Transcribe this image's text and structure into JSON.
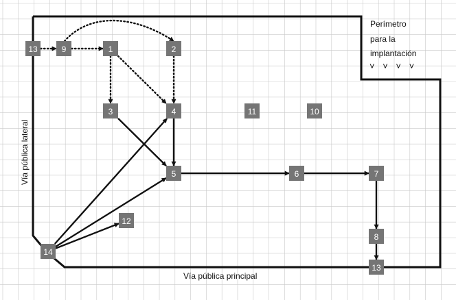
{
  "labels": {
    "perimeter": [
      "Perímetro",
      "para la",
      "implantación"
    ],
    "perimeter_arrows": "˅ ˅ ˅ ˅",
    "lateral_road": "Vía pública lateral",
    "main_road": "Vía pública principal"
  },
  "nodes": [
    {
      "id": "n13a",
      "text": "13"
    },
    {
      "id": "n9",
      "text": "9"
    },
    {
      "id": "n1",
      "text": "1"
    },
    {
      "id": "n2",
      "text": "2"
    },
    {
      "id": "n3",
      "text": "3"
    },
    {
      "id": "n4",
      "text": "4"
    },
    {
      "id": "n11",
      "text": "11"
    },
    {
      "id": "n10",
      "text": "10"
    },
    {
      "id": "n5",
      "text": "5"
    },
    {
      "id": "n6",
      "text": "6"
    },
    {
      "id": "n7",
      "text": "7"
    },
    {
      "id": "n12",
      "text": "12"
    },
    {
      "id": "n8",
      "text": "8"
    },
    {
      "id": "n14",
      "text": "14"
    },
    {
      "id": "n13b",
      "text": "13"
    }
  ],
  "edges": [
    {
      "from": "n13a",
      "to": "n9",
      "style": "dotted"
    },
    {
      "from": "n9",
      "to": "n1",
      "style": "dotted"
    },
    {
      "from": "n9",
      "to": "n2",
      "style": "dotted"
    },
    {
      "from": "n1",
      "to": "n3",
      "style": "dotted"
    },
    {
      "from": "n1",
      "to": "n4",
      "style": "dotted"
    },
    {
      "from": "n2",
      "to": "n4",
      "style": "dotted"
    },
    {
      "from": "n3",
      "to": "n5",
      "style": "solid"
    },
    {
      "from": "n4",
      "to": "n5",
      "style": "solid"
    },
    {
      "from": "n5",
      "to": "n6",
      "style": "solid"
    },
    {
      "from": "n6",
      "to": "n7",
      "style": "solid"
    },
    {
      "from": "n7",
      "to": "n8",
      "style": "solid"
    },
    {
      "from": "n8",
      "to": "n13b",
      "style": "solid"
    },
    {
      "from": "n14",
      "to": "n4",
      "style": "solid"
    },
    {
      "from": "n14",
      "to": "n5",
      "style": "solid"
    },
    {
      "from": "n14",
      "to": "n12",
      "style": "solid"
    }
  ],
  "colors": {
    "node_fill": "#757575",
    "node_text": "#ffffff",
    "line": "#111111",
    "grid": "#c9c9c9"
  }
}
